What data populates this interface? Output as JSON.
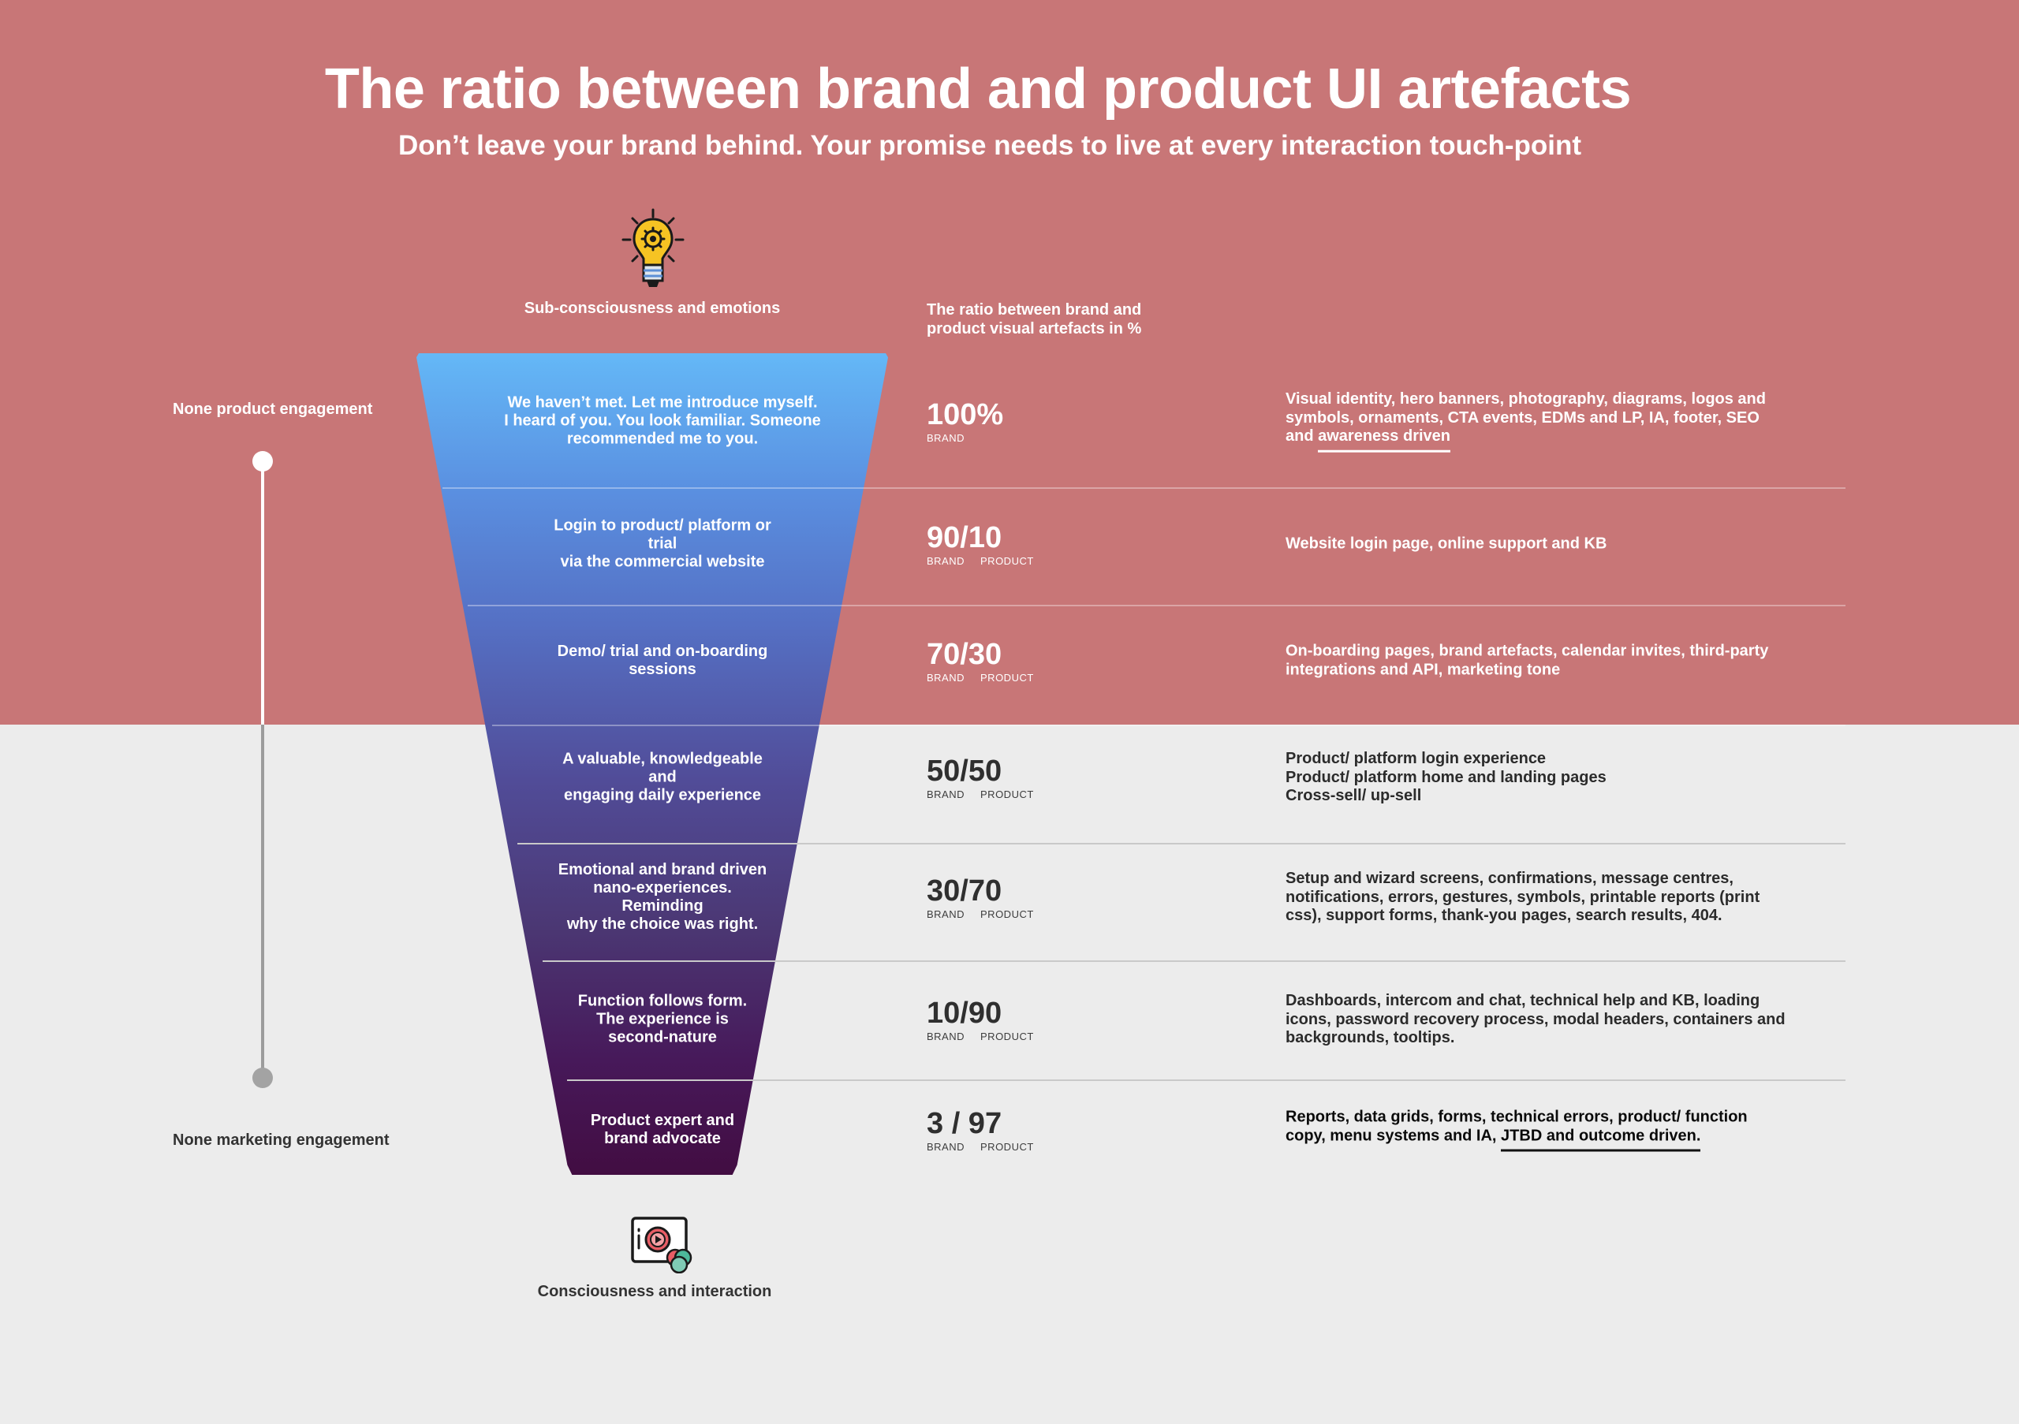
{
  "header": {
    "title": "The ratio between brand and product UI artefacts",
    "subtitle": "Don’t leave your brand behind. Your promise needs to live at every interaction touch-point"
  },
  "labels": {
    "subconscious": "Sub-consciousness and emotions",
    "conscious": "Consciousness and interaction",
    "ratio_header": [
      "The ratio between brand and",
      "product visual artefacts in %"
    ],
    "none_product": "None product engagement",
    "none_marketing": "None marketing engagement"
  },
  "icons": {
    "top": "lightbulb-gear-icon",
    "bottom": "media-screen-icon"
  },
  "colors": {
    "top_background": "#c87677",
    "bottom_background": "#ececec",
    "funnel_top": "#64b8f7",
    "funnel_bottom": "#420d42"
  },
  "stages": [
    {
      "funnel_lines": [
        "We haven’t met. Let me introduce myself.",
        "I heard of you. You look familiar. Someone",
        "recommended me to you."
      ],
      "ratio": "100%",
      "ratio_labels": [
        "BRAND"
      ],
      "desc_lines": [
        "Visual identity, hero banners, photography, diagrams, logos and",
        "symbols, ornaments, CTA events, EDMs and LP, IA, footer, SEO"
      ],
      "desc_last_prefix": "and ",
      "desc_last_underlined": "awareness driven",
      "desc_last_suffix": ""
    },
    {
      "funnel_lines": [
        "Login to product/ platform or trial",
        "via the commercial website"
      ],
      "ratio": "90/10",
      "ratio_labels": [
        "BRAND",
        "PRODUCT"
      ],
      "desc_lines": [
        "Website login page, online support and KB"
      ]
    },
    {
      "funnel_lines": [
        "Demo/ trial and on-boarding",
        "sessions"
      ],
      "ratio": "70/30",
      "ratio_labels": [
        "BRAND",
        "PRODUCT"
      ],
      "desc_lines": [
        "On-boarding pages, brand artefacts, calendar invites, third-party",
        "integrations and API, marketing tone"
      ]
    },
    {
      "funnel_lines": [
        "A valuable, knowledgeable and",
        "engaging daily experience"
      ],
      "ratio": "50/50",
      "ratio_labels": [
        "BRAND",
        "PRODUCT"
      ],
      "desc_lines": [
        "Product/ platform login experience",
        "Product/ platform home and landing pages",
        "Cross-sell/ up-sell"
      ]
    },
    {
      "funnel_lines": [
        "Emotional and brand driven",
        "nano-experiences. Reminding",
        "why the choice was right."
      ],
      "ratio": "30/70",
      "ratio_labels": [
        "BRAND",
        "PRODUCT"
      ],
      "desc_lines": [
        "Setup and wizard screens, confirmations, message centres,",
        "notifications, errors, gestures, symbols, printable reports (print",
        "css), support forms, thank-you pages, search results, 404."
      ]
    },
    {
      "funnel_lines": [
        "Function follows form.",
        "The experience is",
        "second-nature"
      ],
      "ratio": "10/90",
      "ratio_labels": [
        "BRAND",
        "PRODUCT"
      ],
      "desc_lines": [
        "Dashboards, intercom and chat, technical help and KB, loading",
        "icons, password recovery process, modal headers, containers and",
        "backgrounds, tooltips."
      ]
    },
    {
      "funnel_lines": [
        "Product expert and",
        "brand advocate"
      ],
      "ratio": "3 / 97",
      "ratio_labels": [
        "BRAND",
        "PRODUCT"
      ],
      "desc_lines": [
        "Reports, data grids, forms, technical errors, product/ function"
      ],
      "desc_last_prefix": "copy, menu systems and IA, ",
      "desc_last_underlined": "JTBD and outcome driven.",
      "desc_last_suffix": ""
    }
  ]
}
